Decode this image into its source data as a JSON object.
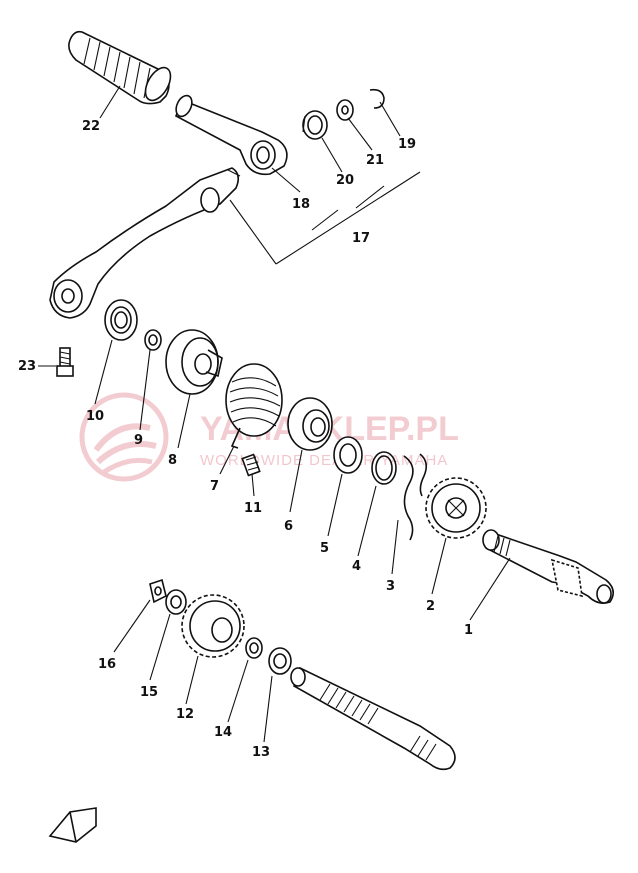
{
  "watermark": {
    "site": "YAMASKLEP.PL",
    "tagline": "WORLDWIDE DEALER YAMAHA"
  },
  "parts": [
    {
      "id": "22",
      "name": "grip"
    },
    {
      "id": "19",
      "name": "circlip"
    },
    {
      "id": "21",
      "name": "washer"
    },
    {
      "id": "20",
      "name": "oil-seal"
    },
    {
      "id": "18",
      "name": "kick-crank-boss"
    },
    {
      "id": "17",
      "name": "kick-crank-assy"
    },
    {
      "id": "23",
      "name": "bolt"
    },
    {
      "id": "10",
      "name": "oil-seal"
    },
    {
      "id": "9",
      "name": "collar"
    },
    {
      "id": "8",
      "name": "spring-cover"
    },
    {
      "id": "7",
      "name": "torsion-spring"
    },
    {
      "id": "11",
      "name": "pin"
    },
    {
      "id": "6",
      "name": "spring-guide"
    },
    {
      "id": "5",
      "name": "washer"
    },
    {
      "id": "4",
      "name": "circlip"
    },
    {
      "id": "3",
      "name": "clip"
    },
    {
      "id": "2",
      "name": "kick-gear"
    },
    {
      "id": "1",
      "name": "kick-axle"
    },
    {
      "id": "16",
      "name": "circlip"
    },
    {
      "id": "15",
      "name": "washer"
    },
    {
      "id": "12",
      "name": "kick-idle-gear"
    },
    {
      "id": "14",
      "name": "collar"
    },
    {
      "id": "13",
      "name": "washer"
    }
  ],
  "footer_icon": "engine-block-icon"
}
